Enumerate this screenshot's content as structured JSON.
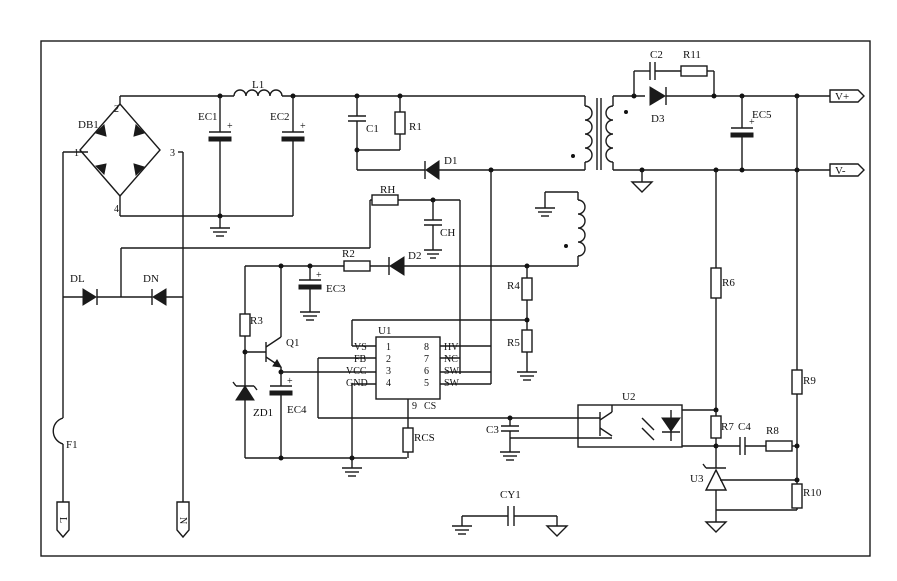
{
  "labels": {
    "DB1": "DB1",
    "L1": "L1",
    "EC1": "EC1",
    "EC2": "EC2",
    "C1": "C1",
    "R1": "R1",
    "D1": "D1",
    "C2": "C2",
    "R11": "R11",
    "D3": "D3",
    "EC5": "EC5",
    "RH": "RH",
    "CH": "CH",
    "R2": "R2",
    "D2": "D2",
    "EC3": "EC3",
    "R3": "R3",
    "Q1": "Q1",
    "ZD1": "ZD1",
    "EC4": "EC4",
    "U1": "U1",
    "R4": "R4",
    "R5": "R5",
    "RCS": "RCS",
    "R6": "R6",
    "R9": "R9",
    "C3": "C3",
    "U2": "U2",
    "R7": "R7",
    "C4": "C4",
    "R8": "R8",
    "U3": "U3",
    "R10": "R10",
    "CY1": "CY1",
    "DL": "DL",
    "DN": "DN",
    "F1": "F1"
  },
  "bridge_pins": {
    "p1": "1",
    "p2": "2",
    "p3": "3",
    "p4": "4"
  },
  "u1": {
    "left_pins": [
      {
        "num": "1",
        "name": "VS"
      },
      {
        "num": "2",
        "name": "FB"
      },
      {
        "num": "3",
        "name": "VCC"
      },
      {
        "num": "4",
        "name": "GND"
      }
    ],
    "right_pins": [
      {
        "num": "8",
        "name": "HV"
      },
      {
        "num": "7",
        "name": "NC"
      },
      {
        "num": "6",
        "name": "SW"
      },
      {
        "num": "5",
        "name": "SW"
      }
    ],
    "bottom_pin": {
      "num": "9",
      "name": "CS"
    }
  },
  "outputs": {
    "vplus": "V+",
    "vminus": "V-"
  },
  "inputs": {
    "line": "L",
    "neutral": "N"
  }
}
